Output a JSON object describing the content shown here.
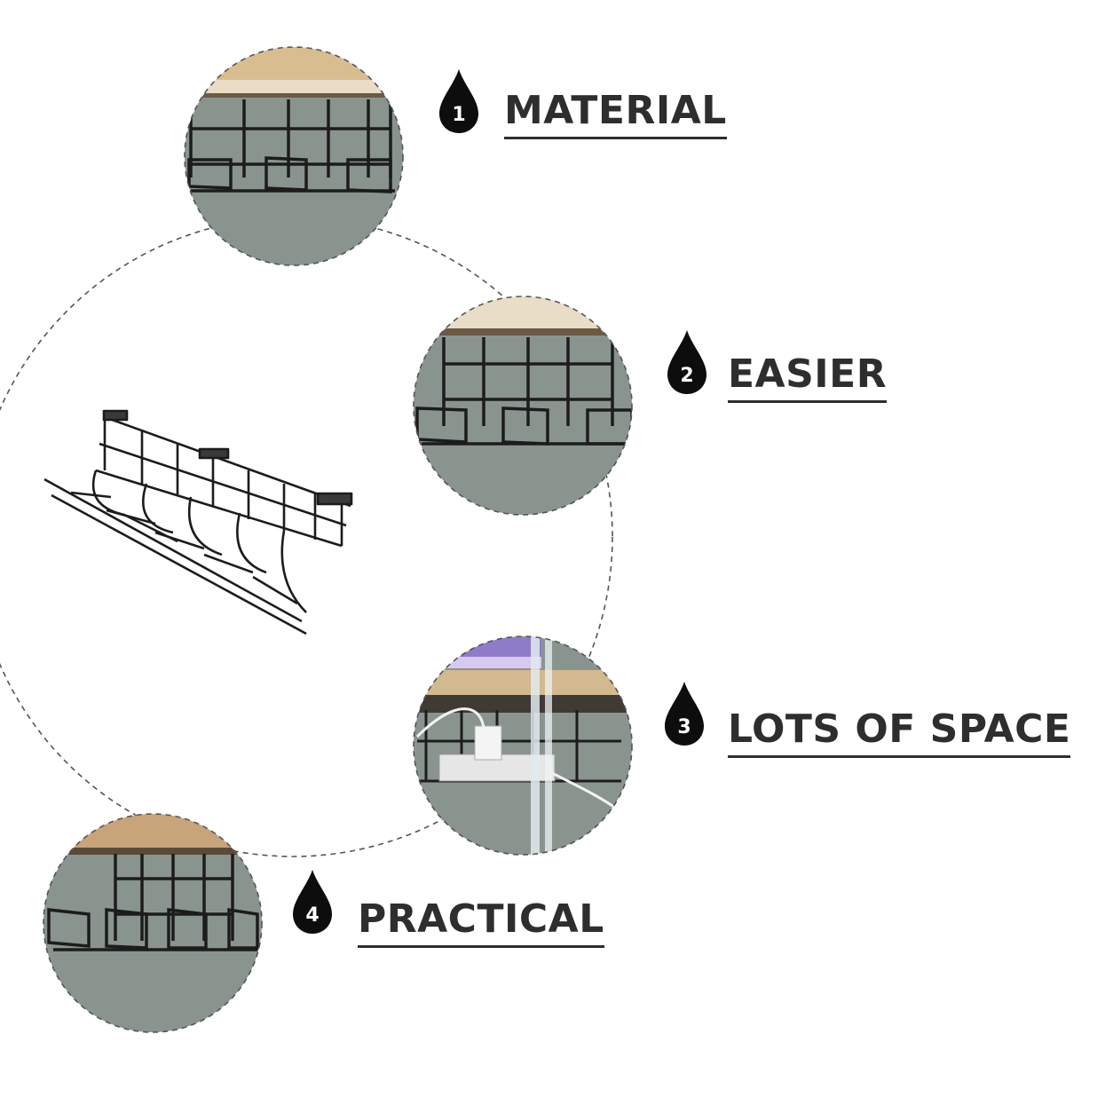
{
  "features": [
    {
      "number": "1",
      "label": "MATERIAL"
    },
    {
      "number": "2",
      "label": "EASIER"
    },
    {
      "number": "3",
      "label": "LOTS OF SPACE"
    },
    {
      "number": "4",
      "label": "PRACTICAL"
    }
  ],
  "colors": {
    "text": "#2e2e2e",
    "drop": "#0d0d0d",
    "circle_background": "#8a948f",
    "wood": "#d9bf95",
    "wire": "#1c1c1c",
    "dashed_ring": "#555555"
  },
  "icons": [
    "water-drop-icon",
    "cable-tray-illustration"
  ]
}
